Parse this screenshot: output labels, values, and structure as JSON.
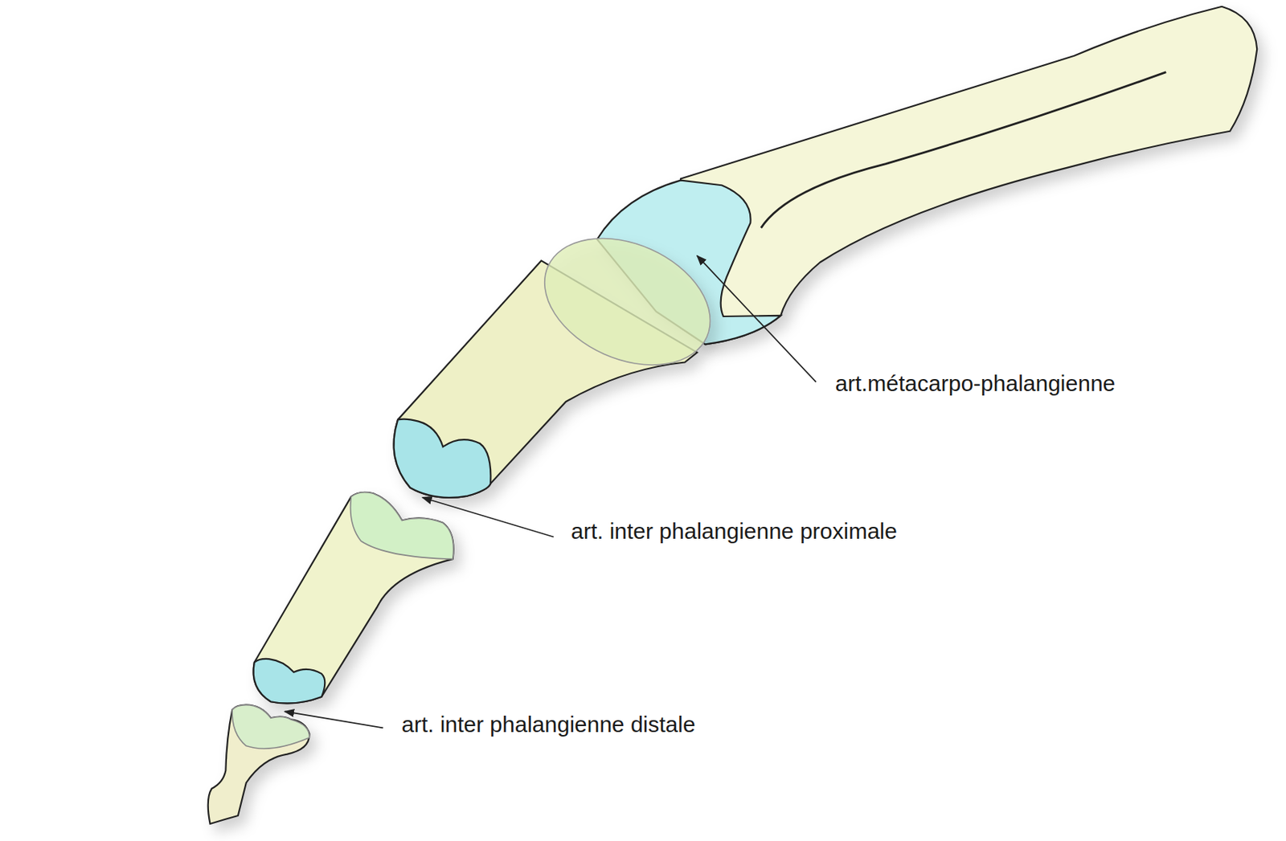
{
  "diagram": {
    "labels": [
      "art.métacarpo-phalangienne",
      "art. inter phalangienne proximale",
      "art. inter phalangienne distale"
    ]
  }
}
